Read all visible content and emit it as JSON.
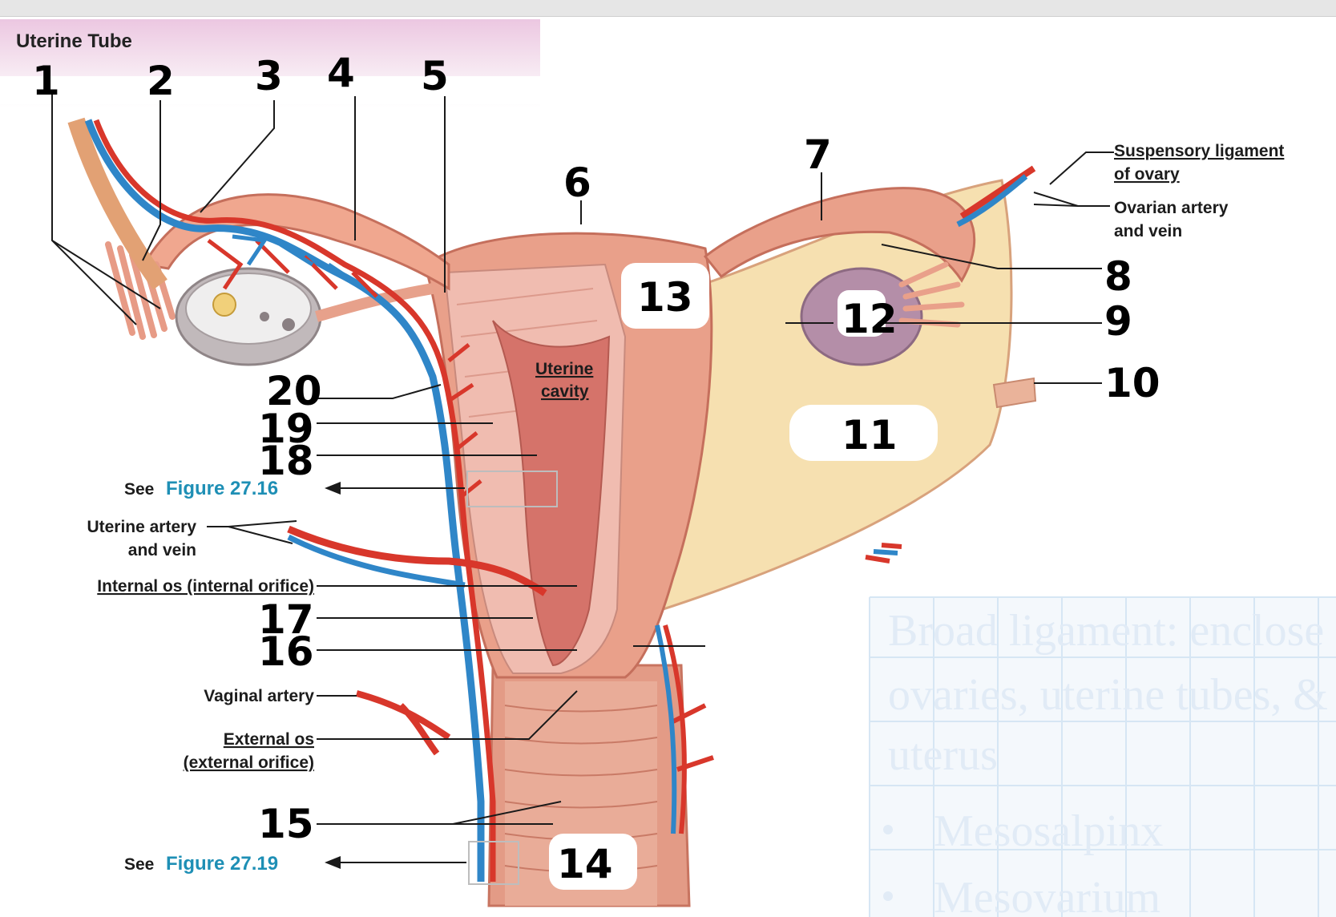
{
  "header": {
    "title": "Uterine Tube"
  },
  "labels": {
    "suspensory_1": "Suspensory ligament",
    "suspensory_2": "of ovary",
    "ovarian_1": "Ovarian artery",
    "ovarian_2": "and vein",
    "uterine_cavity_1": "Uterine",
    "uterine_cavity_2": "cavity",
    "uterine_av_1": "Uterine artery",
    "uterine_av_2": "and vein",
    "internal_os": "Internal os (internal orifice)",
    "vaginal_artery": "Vaginal artery",
    "external_os_1": "External os",
    "external_os_2": "(external orifice)",
    "see_1": "See",
    "figure_1": "Figure 27.16",
    "see_2": "See",
    "figure_2": "Figure 27.19"
  },
  "numbers": {
    "n1": "1",
    "n2": "2",
    "n3": "3",
    "n4": "4",
    "n5": "5",
    "n6": "6",
    "n7": "7",
    "n8": "8",
    "n9": "9",
    "n10": "10",
    "n11": "11",
    "n12": "12",
    "n13": "13",
    "n14": "14",
    "n15": "15",
    "n16": "16",
    "n17": "17",
    "n18": "18",
    "n19": "19",
    "n20": "20"
  },
  "background_notes": {
    "line1": "Broad ligament: enclose",
    "line2": "ovaries, uterine tubes, &",
    "line3": "uterus",
    "bullet1": "Mesosalpinx",
    "bullet2": "Mesovarium"
  },
  "colors": {
    "artery": "#d8372b",
    "vein": "#2f86c8",
    "tissue": "#e9a08a",
    "muscle": "#f0bcb0",
    "ligament": "#f6e0b0",
    "ovary": "#b9b0b2",
    "figure_ref": "#1e8fb5"
  }
}
